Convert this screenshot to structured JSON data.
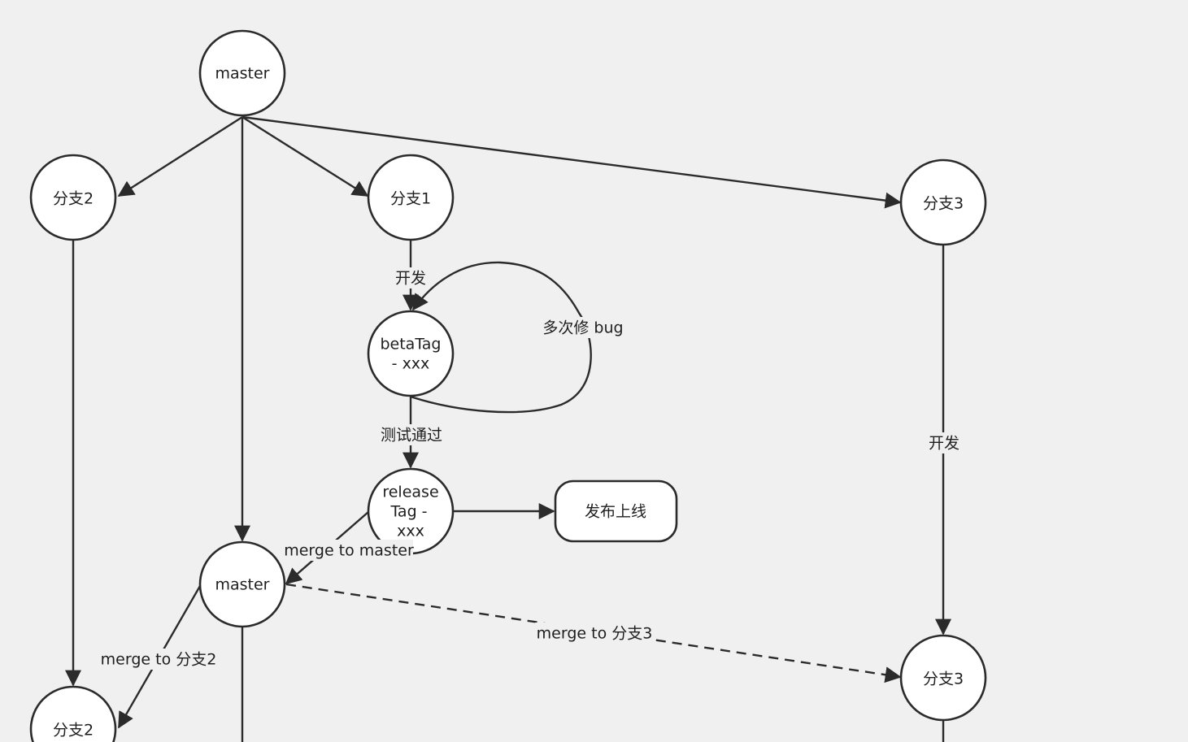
{
  "nodes": {
    "master_top": "master",
    "branch2_top": "分支2",
    "branch1": "分支1",
    "branch3_top": "分支3",
    "beta_line1": "betaTag",
    "beta_line2": "- xxx",
    "release_line1": "release",
    "release_line2": "Tag -",
    "release_line3": "xxx",
    "publish": "发布上线",
    "master_mid": "master",
    "branch3_bottom": "分支3",
    "branch2_bottom": "分支2"
  },
  "edge_labels": {
    "develop_1": "开发",
    "fix_bugs": "多次修 bug",
    "test_pass": "测试通过",
    "merge_master": "merge to master",
    "develop_3": "开发",
    "merge_branch3": "merge to 分支3",
    "merge_branch2": "merge to 分支2"
  },
  "colors": {
    "background": "#f0f0f0",
    "stroke": "#2b2b2b",
    "node_fill": "#ffffff"
  }
}
